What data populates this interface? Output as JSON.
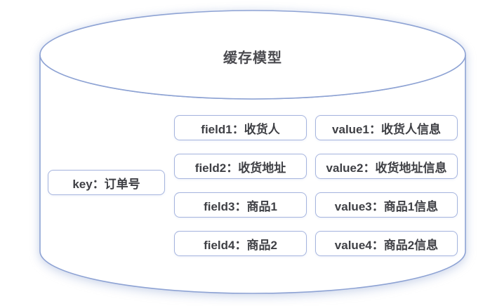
{
  "diagram": {
    "title": "缓存模型",
    "key_box": {
      "label": "key：订单号"
    },
    "field_boxes": [
      {
        "label": "field1：收货人"
      },
      {
        "label": "field2：收货地址"
      },
      {
        "label": "field3：商品1"
      },
      {
        "label": "field4：商品2"
      }
    ],
    "value_boxes": [
      {
        "label": "value1：收货人信息"
      },
      {
        "label": "value2：收货地址信息"
      },
      {
        "label": "value3：商品1信息"
      },
      {
        "label": "value4：商品2信息"
      }
    ],
    "colors": {
      "cylinder_stroke": "#8ea3d4",
      "box_border": "#a5b4de",
      "text": "#3f4045",
      "background": "#ffffff"
    }
  }
}
